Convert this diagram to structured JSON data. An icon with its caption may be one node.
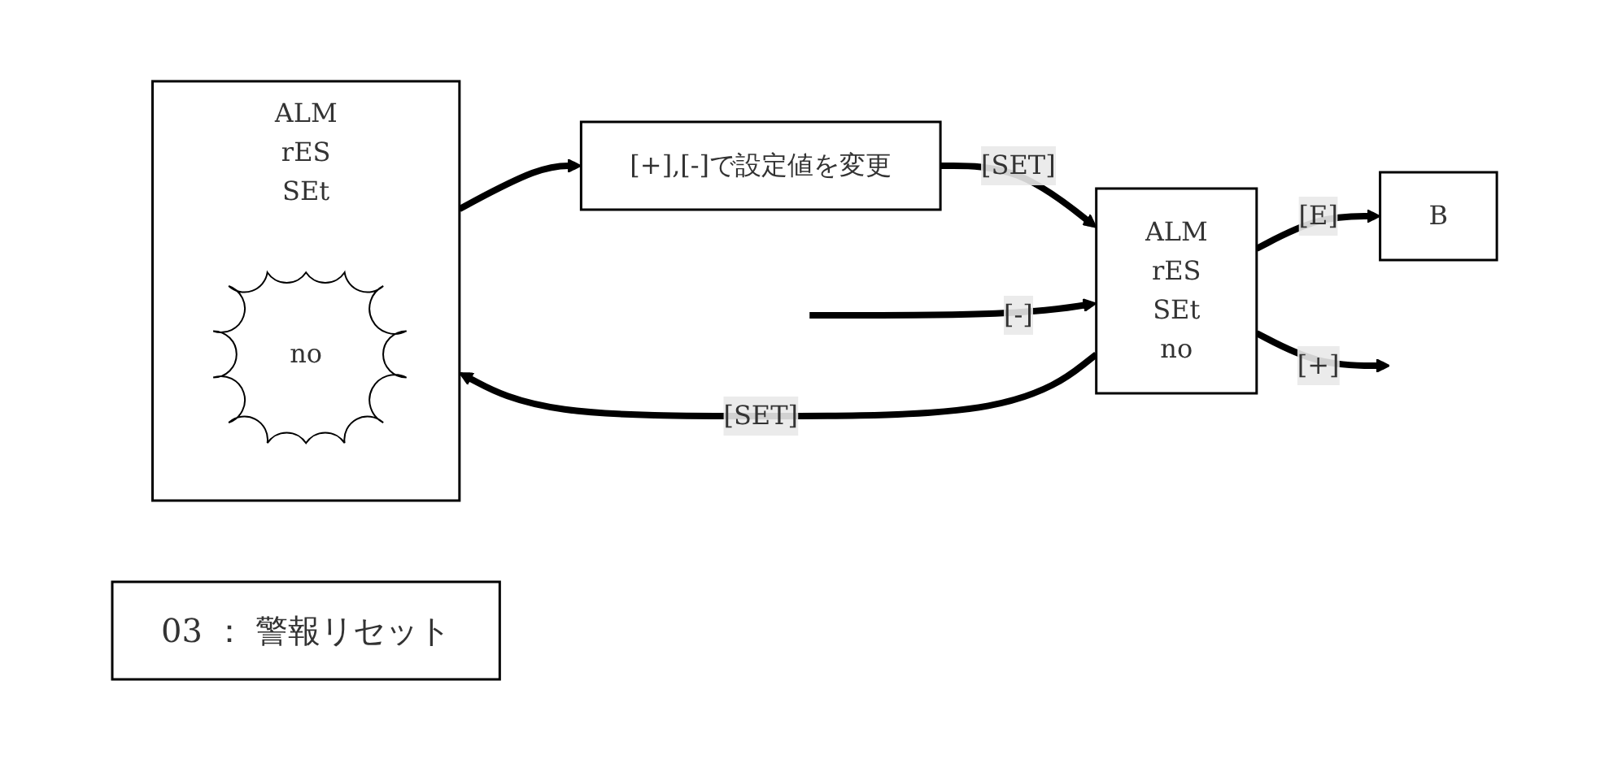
{
  "diagram": {
    "nodes": [
      {
        "text": [
          "03 ： 警報リセット"
        ]
      },
      {
        "text": [
          "ALM",
          "rES",
          "SEt",
          "no"
        ]
      },
      {
        "text": [
          "ALM",
          "rES",
          "SEt"
        ]
      },
      {
        "text": [
          "no"
        ],
        "in": 2
      },
      {
        "text": [
          "[+],[-]で設定値を変更"
        ]
      },
      {
        "text": [
          "B"
        ]
      }
    ],
    "edges": [
      {
        "from": 1,
        "to": 2,
        "arrow": "to",
        "label": "[SET]"
      },
      {
        "from": 2,
        "to": 4,
        "arrow": "to"
      },
      {
        "from": 4,
        "to": 1,
        "arrow": "to",
        "label": "[SET]"
      },
      {
        "from": 1,
        "to": 5,
        "arrow": "to",
        "label": "[E]"
      },
      {
        "from": 1,
        "to": null,
        "arrow": "to",
        "label": "[+]"
      },
      {
        "from": null,
        "to": 1,
        "arrow": "to",
        "label": "[-]"
      }
    ]
  }
}
